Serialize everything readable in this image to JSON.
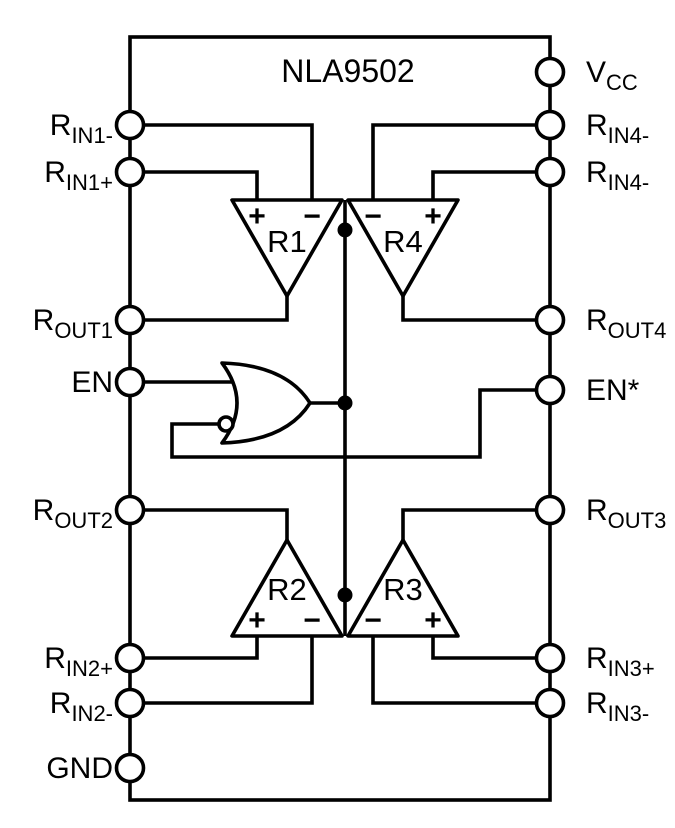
{
  "title": "NLA9502",
  "colors": {
    "line": "#000000",
    "background": "#ffffff"
  },
  "pins": {
    "left": [
      {
        "main": "R",
        "sub": "IN1-"
      },
      {
        "main": "R",
        "sub": "IN1+"
      },
      {
        "main": "R",
        "sub": "OUT1"
      },
      {
        "main": "EN",
        "sub": ""
      },
      {
        "main": "R",
        "sub": "OUT2"
      },
      {
        "main": "R",
        "sub": "IN2+"
      },
      {
        "main": "R",
        "sub": "IN2-"
      },
      {
        "main": "GND",
        "sub": ""
      }
    ],
    "right": [
      {
        "main": "V",
        "sub": "CC"
      },
      {
        "main": "R",
        "sub": "IN4-"
      },
      {
        "main": "R",
        "sub": "IN4-"
      },
      {
        "main": "R",
        "sub": "OUT4"
      },
      {
        "main": "EN*",
        "sub": ""
      },
      {
        "main": "R",
        "sub": "OUT3"
      },
      {
        "main": "R",
        "sub": "IN3+"
      },
      {
        "main": "R",
        "sub": "IN3-"
      }
    ]
  },
  "comparators": [
    {
      "name": "R1",
      "left_sign": "+",
      "right_sign": "−"
    },
    {
      "name": "R4",
      "left_sign": "−",
      "right_sign": "+"
    },
    {
      "name": "R2",
      "left_sign": "+",
      "right_sign": "−"
    },
    {
      "name": "R3",
      "left_sign": "−",
      "right_sign": "+"
    }
  ]
}
